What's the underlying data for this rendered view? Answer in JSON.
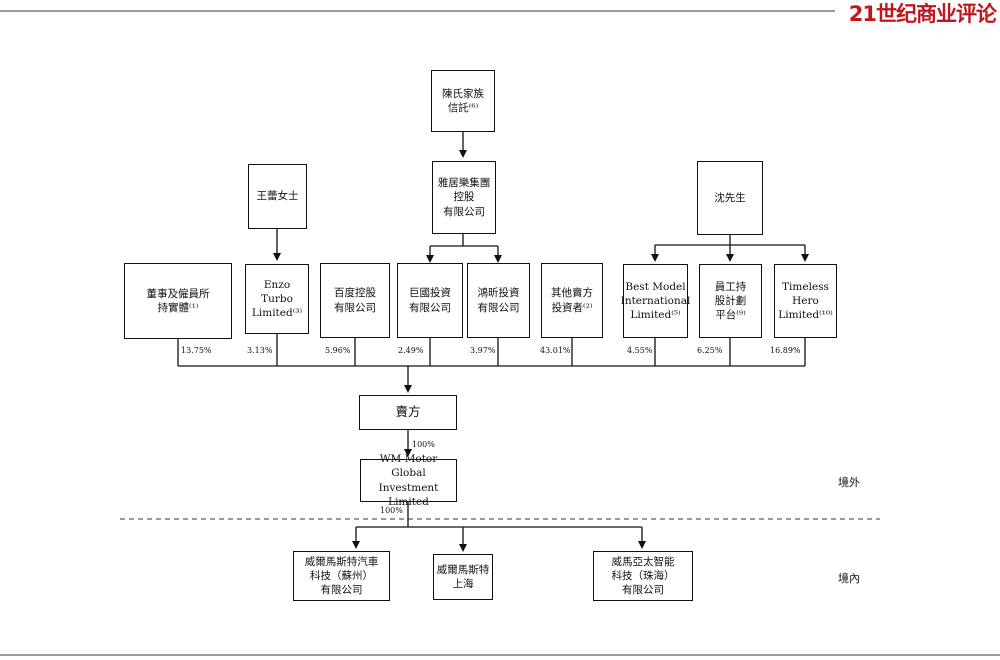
{
  "brand": {
    "text": "21世纪商业评论",
    "color": "#c0171e"
  },
  "nodes": {
    "chen_trust": "陳氏家族\n信託⁽⁶⁾",
    "wang": "王蕾女士",
    "yajule": "雅居樂集團\n控股\n有限公司",
    "shen": "沈先生",
    "directors": "董事及僱員所\n持實體⁽¹⁾",
    "enzo": "Enzo Turbo\nLimited⁽³⁾",
    "baidu": "百度控股\n有限公司",
    "juguo": "巨國投資\n有限公司",
    "hongxin": "鴻昕投資\n有限公司",
    "other_sellers": "其他賣方\n投資者⁽²⁾",
    "best_model": "Best Model\nInternational\nLimited⁽⁵⁾",
    "esop": "員工持\n股計劃\n平台⁽⁹⁾",
    "timeless": "Timeless\nHero\nLimited⁽¹⁰⁾",
    "seller": "賣方",
    "wm_global": "WM Motor Global\nInvestment Limited",
    "suzhou": "威爾馬斯特汽車\n科技（蘇州）\n有限公司",
    "shanghai": "威爾馬斯特\n上海",
    "zhuhai": "威馬亞太智能\n科技（珠海）\n有限公司"
  },
  "percentages": {
    "directors": "13.75%",
    "enzo": "3.13%",
    "baidu": "5.96%",
    "juguo": "2.49%",
    "hongxin": "3.97%",
    "other_sellers": "43.01%",
    "best_model": "4.55%",
    "esop": "6.25%",
    "timeless": "16.89%",
    "seller_to_wm": "100%",
    "wm_to_domestic": "100%"
  },
  "zones": {
    "offshore": "境外",
    "onshore": "境內"
  }
}
